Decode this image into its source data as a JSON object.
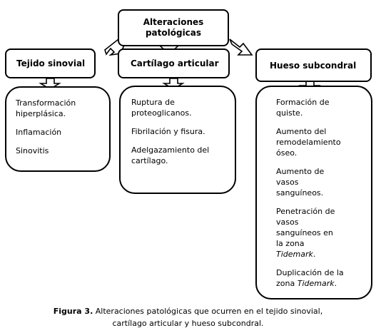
{
  "top": {
    "line1": "Alteraciones",
    "line2": "patológicas"
  },
  "headers": {
    "sinovial": "Tejido sinovial",
    "cartilago": "Cartílago articular",
    "hueso": "Hueso subcondral"
  },
  "sinovial_items": [
    "Transformación hiperplásica.",
    "Inflamación",
    "Sinovitis"
  ],
  "cartilago_items": [
    "Ruptura de proteoglicanos.",
    "Fibrilación y fisura.",
    "Adelgazamiento del cartílago."
  ],
  "hueso_items": [
    "Formación de quiste.",
    "Aumento del remodelamiento óseo.",
    "Aumento de vasos sanguíneos.",
    {
      "pre": "Penetración de vasos sanguíneos en la zona ",
      "em": "Tidemark",
      "post": "."
    },
    {
      "pre": "Duplicación de la zona ",
      "em": "Tidemark",
      "post": "."
    }
  ],
  "caption": {
    "label": "Figura 3.",
    "line1": " Alteraciones patológicas que ocurren en el tejido sinovial,",
    "line2": "cartílago articular y hueso subcondral."
  }
}
